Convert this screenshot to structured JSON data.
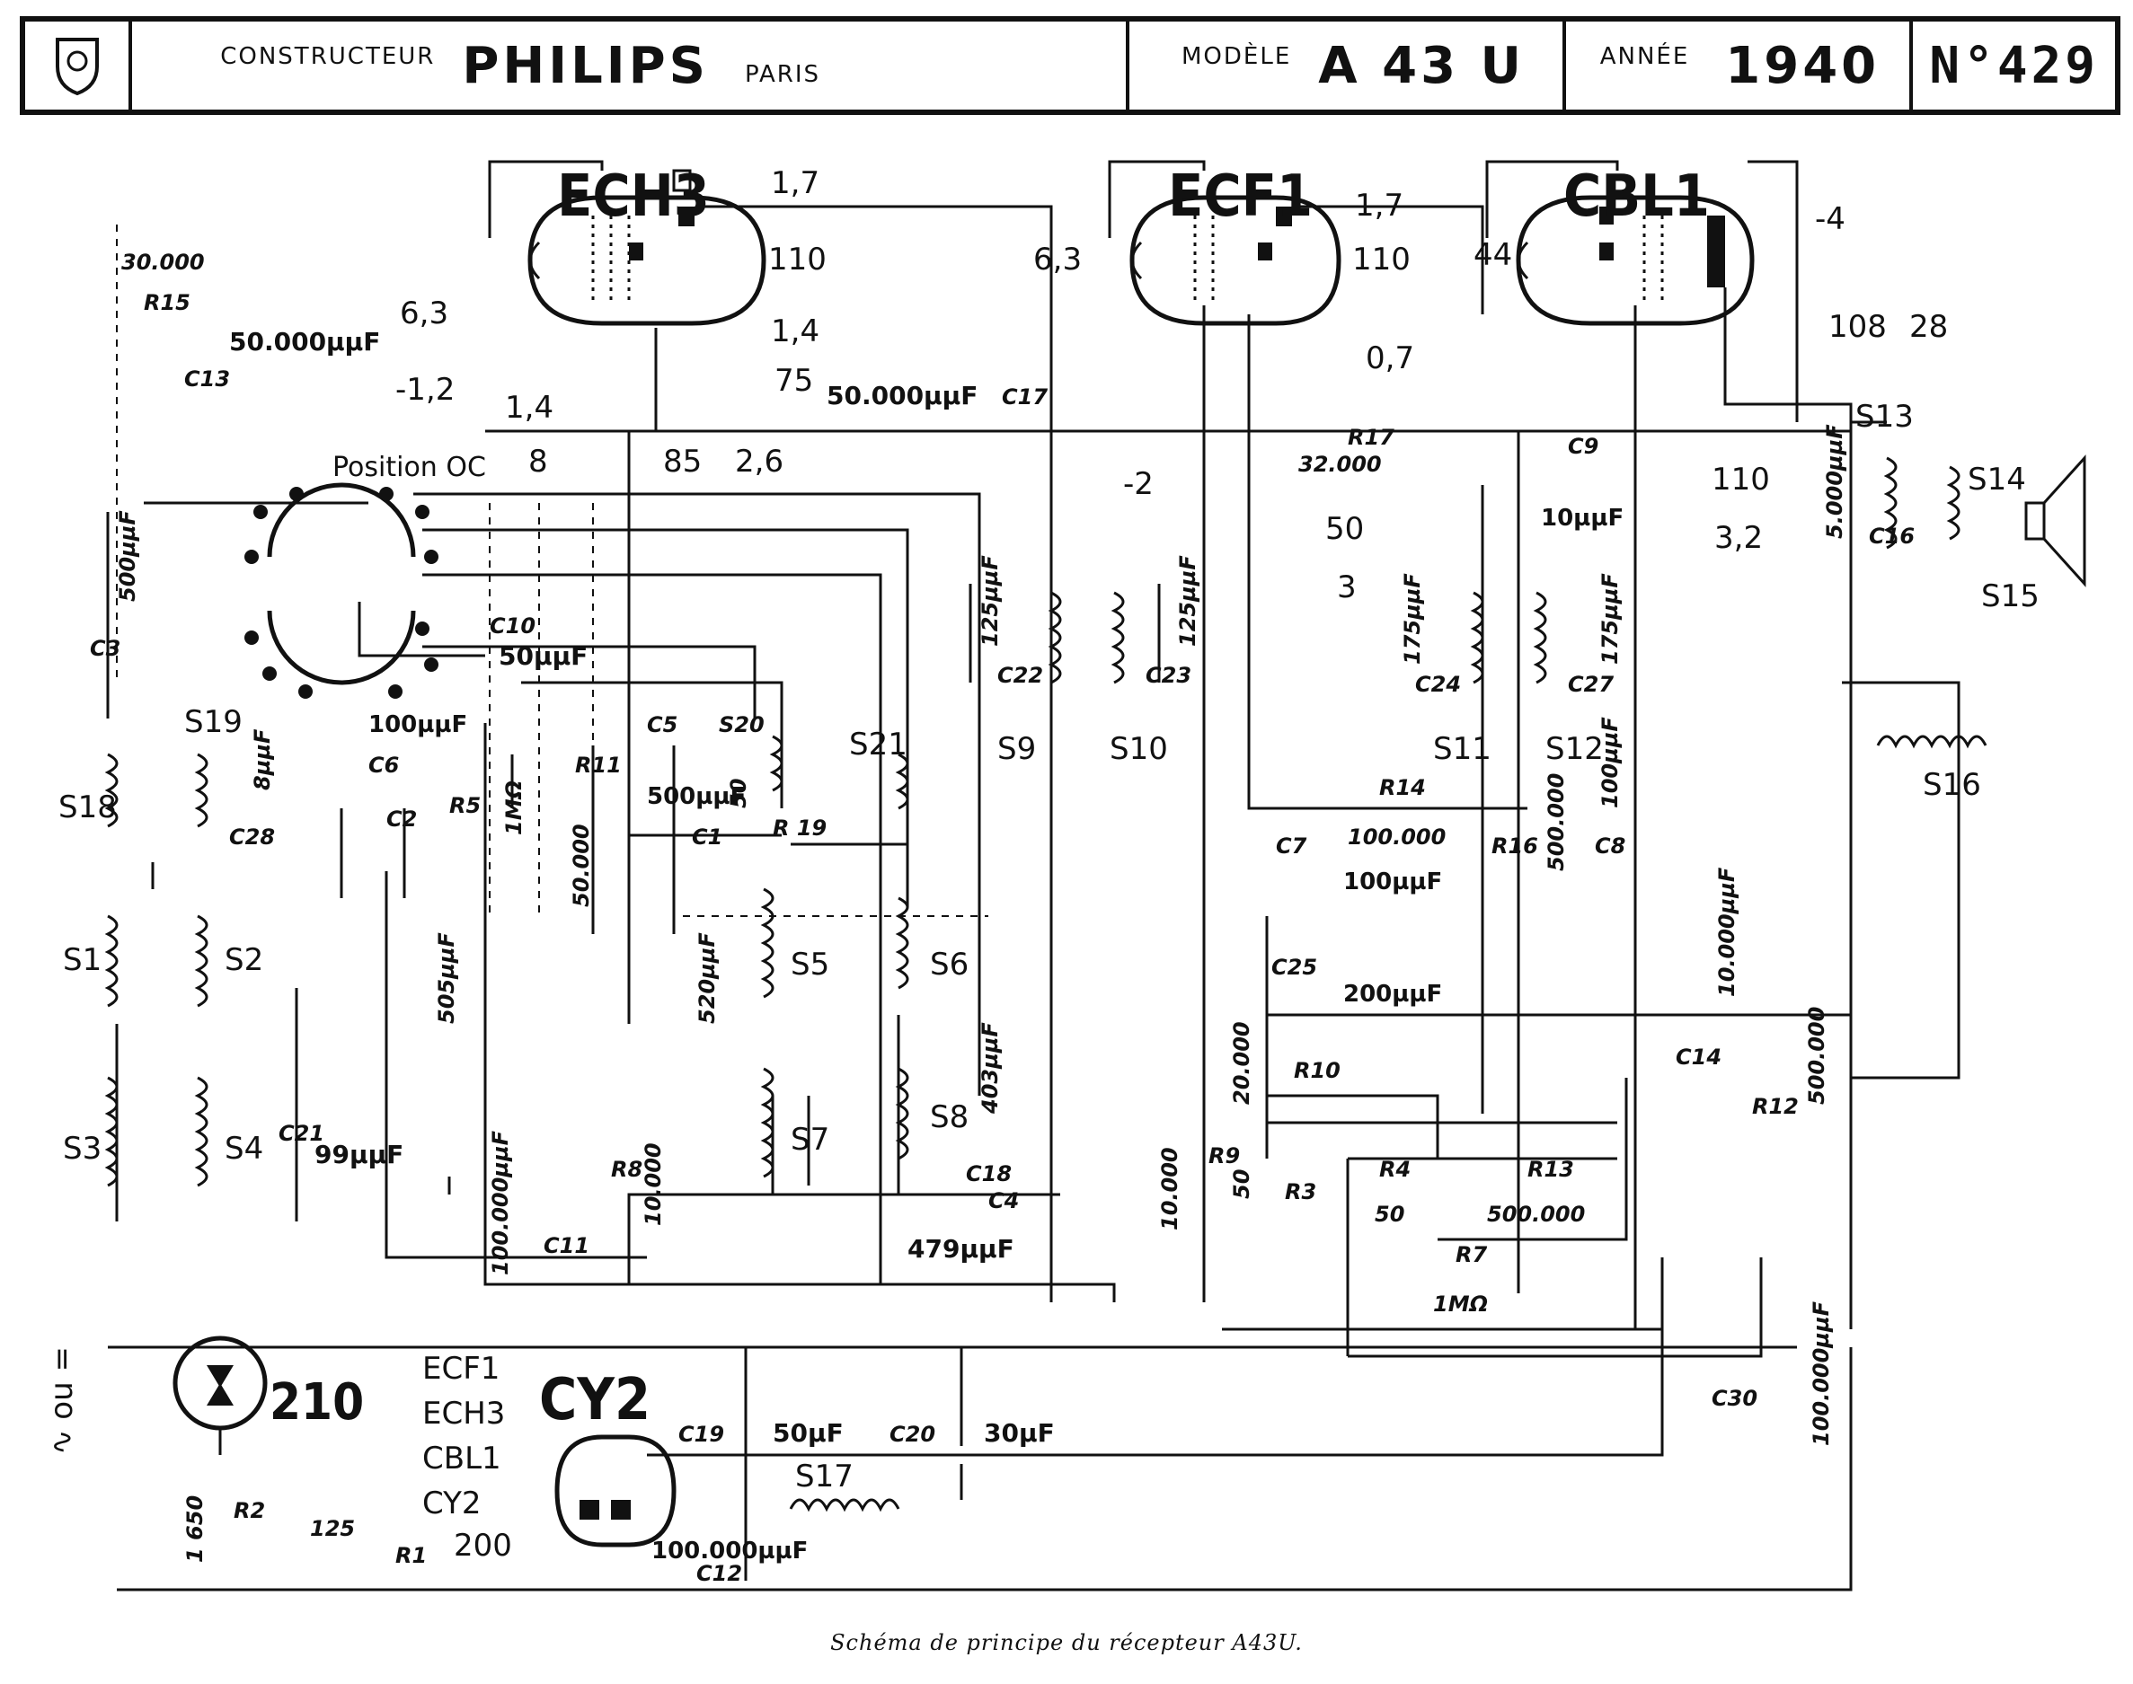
{
  "header": {
    "logo_name": "philips-shield-logo",
    "constructeur_label": "CONSTRUCTEUR",
    "brand": "PHILIPS",
    "city": "PARIS",
    "modele_label": "MODÈLE",
    "model": "A 43 U",
    "annee_label": "ANNÉE",
    "year": "1940",
    "number": "N°429"
  },
  "tubes": [
    {
      "name": "ECH3",
      "filament_voltage": "6,3",
      "box_top": "1,7",
      "anode_voltage": "110",
      "box_mid": "1,4",
      "v75": "75",
      "bias": "-1,2",
      "box_g": "1,4",
      "v8": "8",
      "v85": "85",
      "box_85": "2,6"
    },
    {
      "name": "ECF1",
      "filament_voltage": "6,3",
      "box_top": "1,7",
      "anode_voltage": "110",
      "bias": "-2",
      "box_07": "0,7",
      "v50": "50",
      "box_3": "3"
    },
    {
      "name": "CBL1",
      "filament_voltage": "44",
      "anode_voltage": "110",
      "box_32": "3,2",
      "bias": "-4",
      "v108": "108",
      "box_28": "28"
    }
  ],
  "switch_label": "Position OC",
  "rectifier": {
    "name": "CY2",
    "lamp": "210",
    "chain": [
      "ECF1",
      "ECH3",
      "CBL1",
      "CY2"
    ],
    "box_200": "200"
  },
  "mains_label": "∿ ou =",
  "components": {
    "R15": "R15",
    "R15v": "30.000",
    "C13": "C13",
    "C13v": "50.000µµF",
    "C17": "C17",
    "C17v": "50.000µµF",
    "R17": "R17",
    "R17v": "32.000",
    "C3": "C3",
    "C3v": "500µµF",
    "C10": "C10",
    "C10v": "50µµF",
    "C6": "C6",
    "C6v": "100µµF",
    "C2": "C2",
    "C2v": "505µµF",
    "R5": "R5",
    "R5v": "1MΩ",
    "R11": "R11",
    "R11v": "50.000",
    "C5": "C5",
    "C5v": "500µµF",
    "C1": "C1",
    "C1v": "520µµF",
    "S20": "S20",
    "R19": "R 19",
    "R19v": "50",
    "S21": "S21",
    "S19": "S19",
    "C28": "C28",
    "C28v": "8µµF",
    "S18": "S18",
    "S1": "S1",
    "S2": "S2",
    "S3": "S3",
    "S4": "S4",
    "C21": "C21",
    "C21v": "99µµF",
    "S5": "S5",
    "S6": "S6",
    "S7": "S7",
    "S8": "S8",
    "C18": "C18",
    "C18v": "403µµF",
    "C4": "C4",
    "C4v": "479µµF",
    "R8": "R8",
    "R8v": "10.000",
    "C11": "C11",
    "C11v": "100.000µµF",
    "C22": "C22",
    "C22v": "125µµF",
    "C23": "C23",
    "C23v": "125µµF",
    "S9": "S9",
    "S10": "S10",
    "C24": "C24",
    "C24v": "175µµF",
    "C27": "C27",
    "C27v": "175µµF",
    "S11": "S11",
    "S12": "S12",
    "C9": "C9",
    "C9v": "10µµF",
    "C8": "C8",
    "C8v": "100µµF",
    "R16": "R16",
    "R16v": "500.000",
    "R14": "R14",
    "R14v": "100.000",
    "C7": "C7",
    "C7v": "100µµF",
    "C25": "C25",
    "C25v": "200µµF",
    "R10": "R10",
    "R10v": "20.000",
    "R9": "R9",
    "R9v": "10.000",
    "R3": "R3",
    "R3v": "50",
    "R4": "R4",
    "R4v": "50",
    "R13": "R13",
    "R13v": "500.000",
    "R7": "R7",
    "R7v": "1MΩ",
    "C14": "C14",
    "C14v": "10.000µµF",
    "R12": "R12",
    "R12v": "500.000",
    "C16": "C16",
    "C16v": "5.000µµF",
    "S13": "S13",
    "S14": "S14",
    "S15": "S15",
    "S16": "S16",
    "C30": "C30",
    "C30v": "100.000µµF",
    "C19": "C19",
    "C19v": "50µF",
    "C20": "C20",
    "C20v": "30µF",
    "S17": "S17",
    "C12": "C12",
    "C12v": "100.000µµF",
    "R1": "R1",
    "R1v": "125",
    "R2": "R2",
    "R2v": "1 650"
  },
  "caption": "Schéma de principe du récepteur A43U."
}
